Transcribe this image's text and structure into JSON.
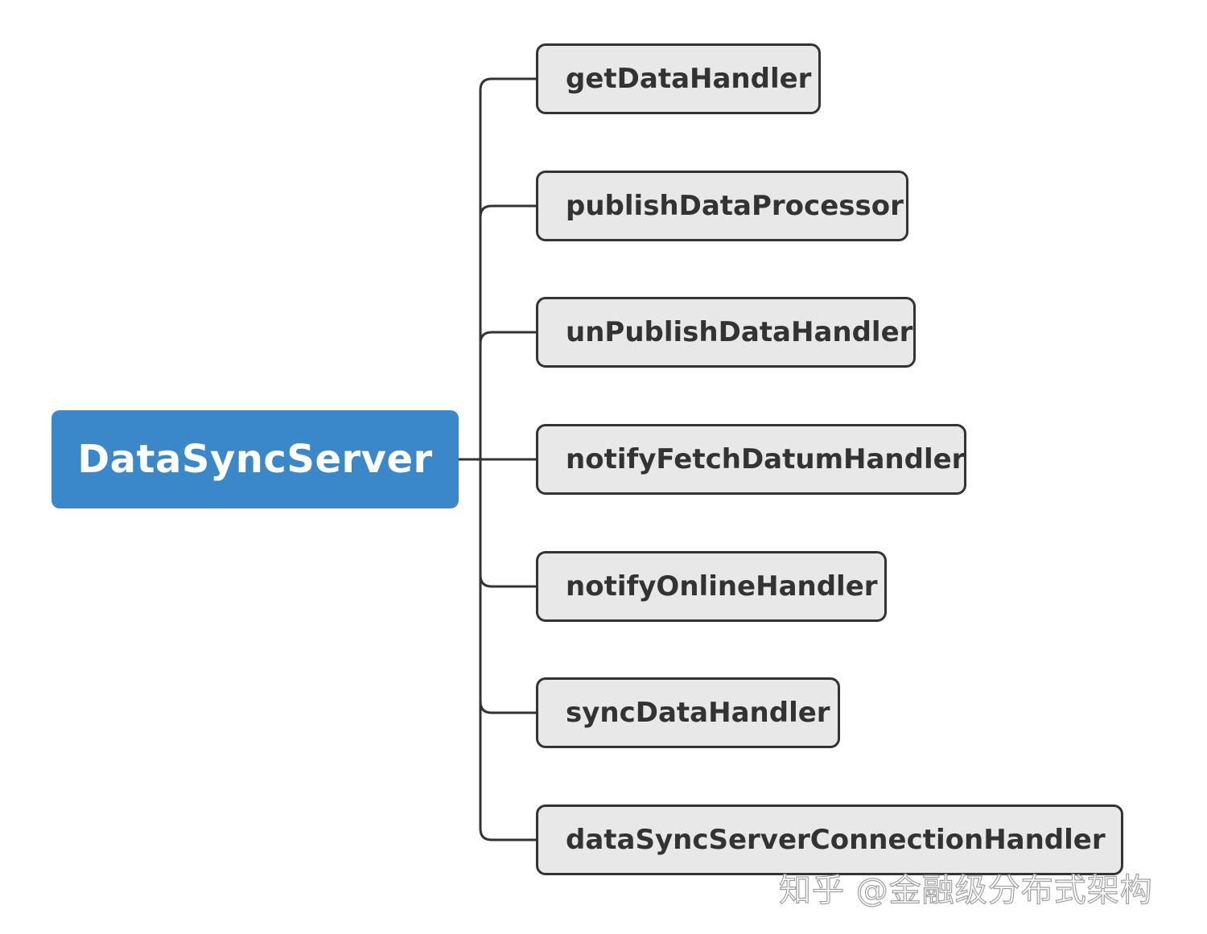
{
  "root": {
    "label": "DataSyncServer",
    "color": "#3a88c9"
  },
  "children": [
    {
      "label": "getDataHandler"
    },
    {
      "label": "publishDataProcessor"
    },
    {
      "label": "unPublishDataHandler"
    },
    {
      "label": "notifyFetchDatumHandler"
    },
    {
      "label": "notifyOnlineHandler"
    },
    {
      "label": "syncDataHandler"
    },
    {
      "label": "dataSyncServerConnectionHandler"
    }
  ],
  "style": {
    "child_fill": "#e8e8e8",
    "line_color": "#333333"
  },
  "watermark": "知乎 @金融级分布式架构"
}
